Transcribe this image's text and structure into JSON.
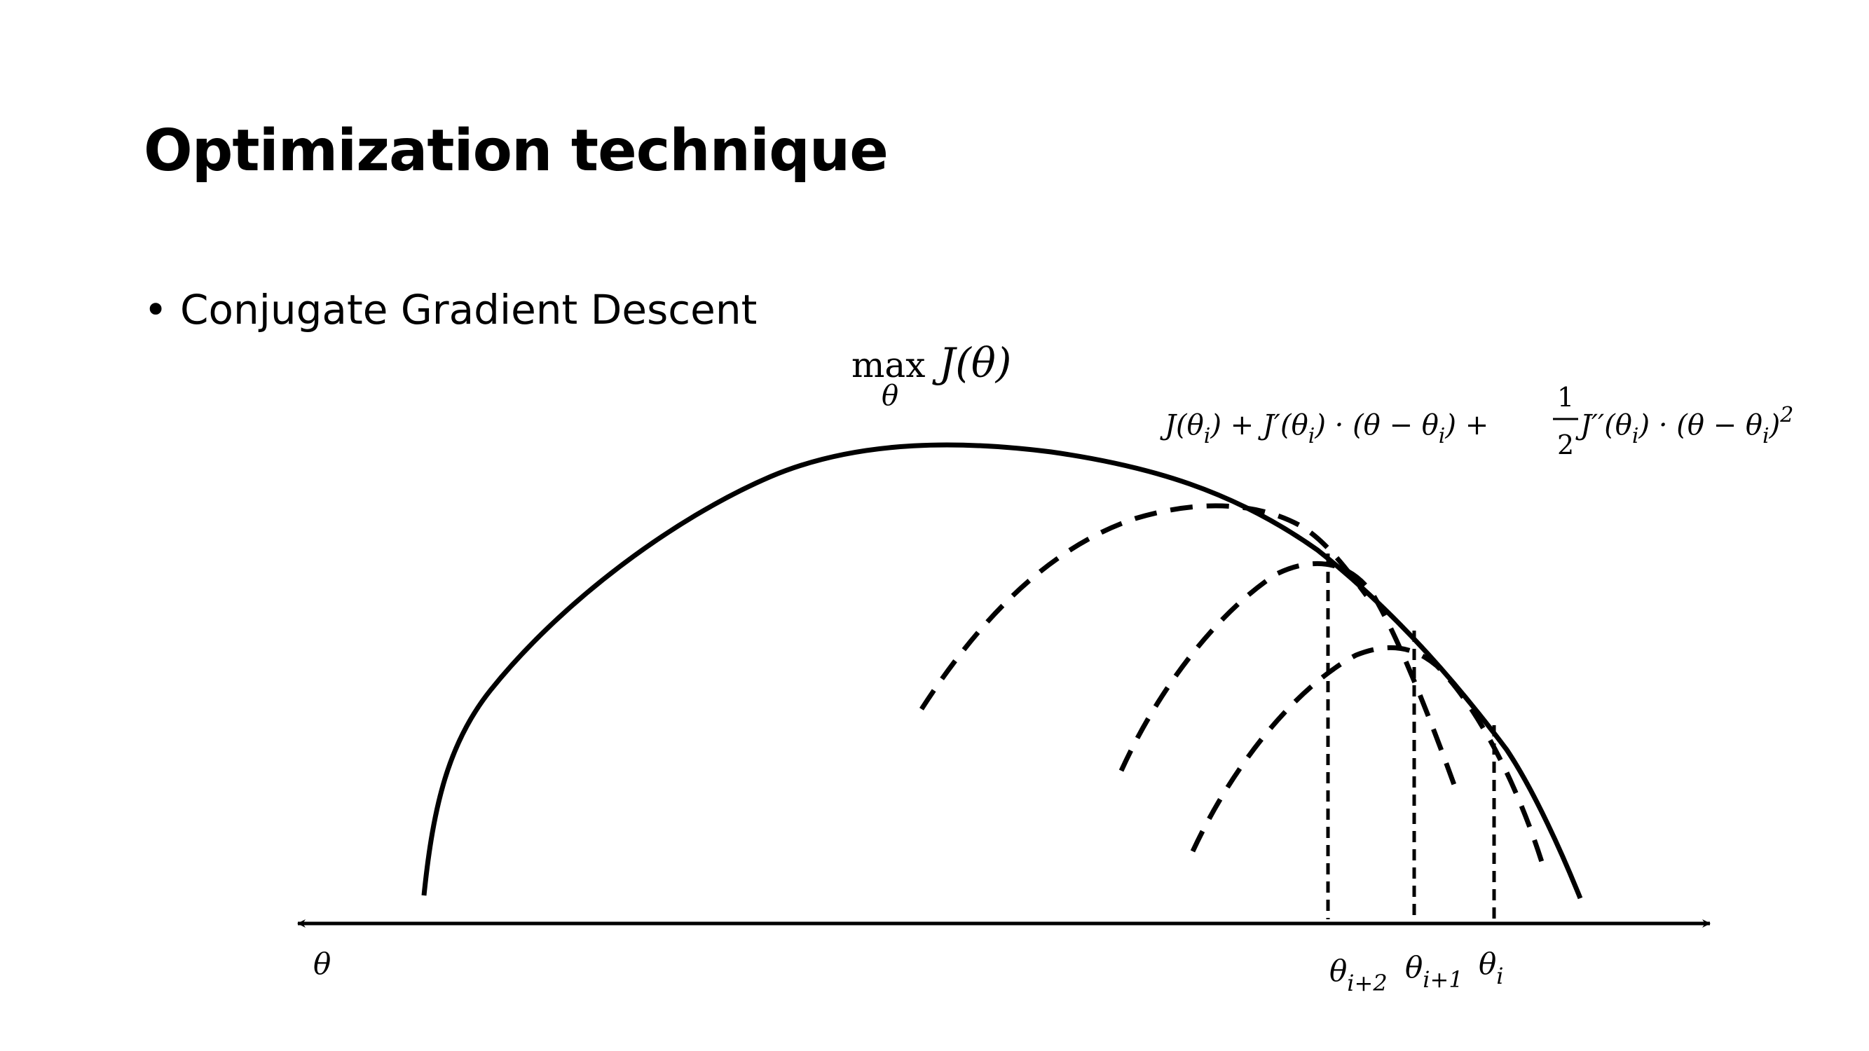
{
  "slide": {
    "title": "Optimization technique",
    "bullet_marker": "•",
    "bullet_text": "Conjugate Gradient Descent"
  },
  "diagram": {
    "objective": {
      "max": "max",
      "sub": "θ",
      "expr": "J(θ)"
    },
    "taylor_expansion": {
      "left": "J(θ",
      "i1": "i",
      "mid1": ") + J′(θ",
      "i2": "i",
      "mid2": ") · (θ − θ",
      "i3": "i",
      "mid3": ") +",
      "frac_num": "1",
      "frac_den": "2",
      "mid4": "J′′(θ",
      "i4": "i",
      "mid5": ") · (θ − θ",
      "i5": "i",
      "end": ")",
      "power": "2"
    },
    "axis_label": "θ",
    "iterate_labels": [
      {
        "base": "θ",
        "sub": "i+2"
      },
      {
        "base": "θ",
        "sub": "i+1"
      },
      {
        "base": "θ",
        "sub": "i"
      }
    ]
  }
}
